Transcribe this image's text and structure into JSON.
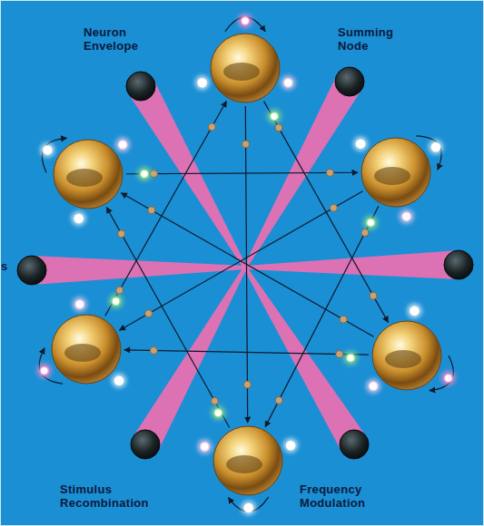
{
  "diagram": {
    "labels": [
      "Neuron Envelope",
      "Summing Node",
      "s",
      "Stimulus Recombination",
      "Frequency Modulation"
    ]
  }
}
